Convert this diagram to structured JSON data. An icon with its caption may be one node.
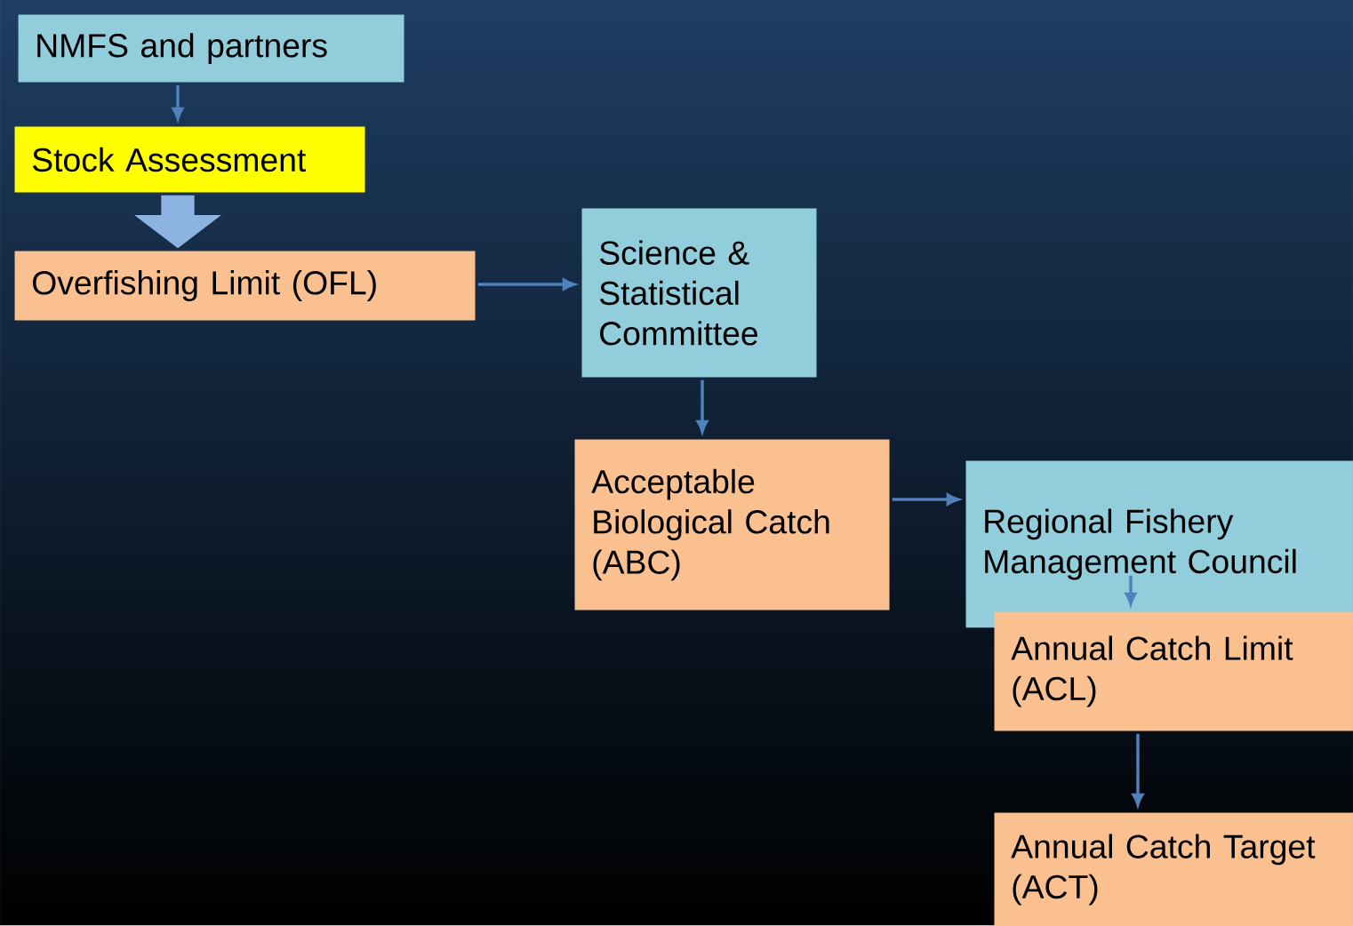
{
  "diagram": {
    "nodes": [
      {
        "text": [
          "NMFS and partners"
        ]
      },
      {
        "text": [
          "Stock Assessment"
        ]
      },
      {
        "text": [
          "Overfishing Limit (OFL)"
        ]
      },
      {
        "text": [
          "Science & Statistical Committee"
        ]
      },
      {
        "text": [
          "Acceptable Biological Catch (ABC)"
        ]
      },
      {
        "text": [
          "Regional Fishery Management Council"
        ]
      },
      {
        "text": [
          "Annual Catch Limit (ACL)"
        ]
      },
      {
        "text": [
          "Annual Catch Target (ACT)"
        ]
      }
    ],
    "edges": [
      {
        "from": 0,
        "to": 1,
        "arrow": "to"
      },
      {
        "from": 1,
        "to": 2,
        "arrow": "to",
        "style": "thick",
        "color": "#8db3e2"
      },
      {
        "from": 2,
        "to": 3,
        "arrow": "to"
      },
      {
        "from": 3,
        "to": 4,
        "arrow": "to"
      },
      {
        "from": 4,
        "to": 5,
        "arrow": "to"
      },
      {
        "from": 5,
        "to": 6,
        "arrow": "to"
      },
      {
        "from": 6,
        "to": 7,
        "arrow": "to"
      }
    ]
  }
}
